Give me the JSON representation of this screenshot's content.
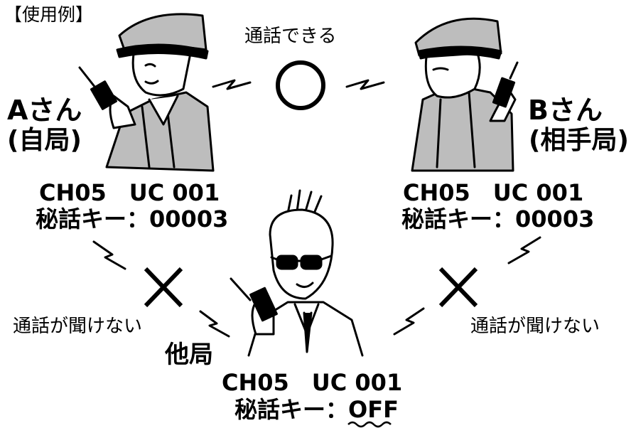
{
  "caption": "【使用例】",
  "center_label": "通話できる",
  "station_a": {
    "name": "Aさん",
    "role": "(自局)",
    "channel": "CH05　UC 001",
    "key_label": "秘話キー",
    "key_value": "：00003"
  },
  "station_b": {
    "name": "Bさん",
    "role": "(相手局)",
    "channel": "CH05　UC 001",
    "key_label": "秘話キー",
    "key_value": "：00003"
  },
  "other_station": {
    "name": "他局",
    "channel": "CH05　UC 001",
    "key_label": "秘話キー",
    "key_sep": "：",
    "key_value": "OFF"
  },
  "cannot_hear_left": "通話が聞けない",
  "cannot_hear_right": "通話が聞けない",
  "symbols": {
    "ok": "circle-mark",
    "ng": "cross-mark"
  }
}
